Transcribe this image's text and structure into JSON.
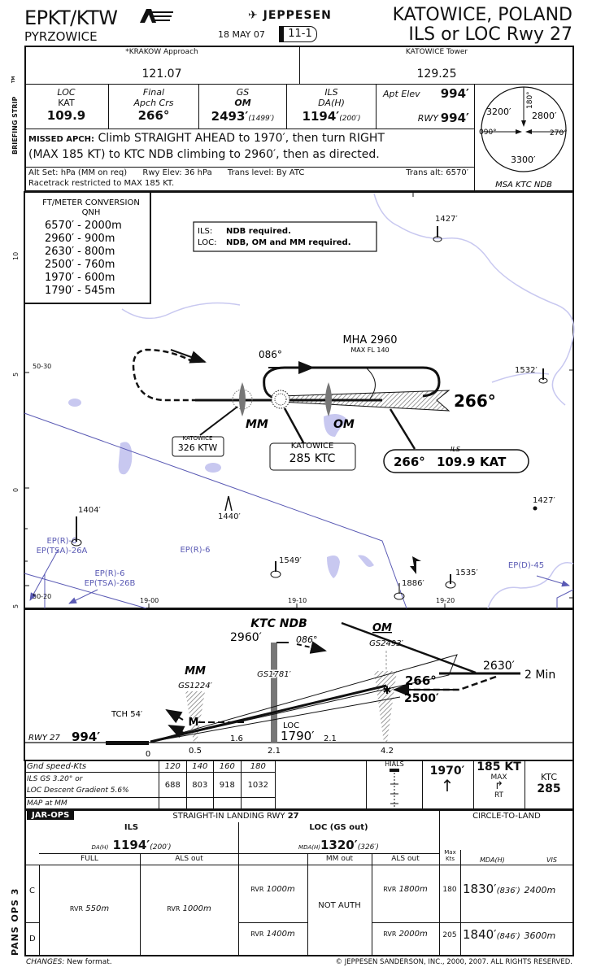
{
  "header": {
    "icao_iata": "EPKT/KTW",
    "airport": "PYRZOWICE",
    "brand": "JEPPESEN",
    "date": "18 MAY 07",
    "chart_index": "11-1",
    "city": "KATOWICE, POLAND",
    "procedure": "ILS or LOC Rwy 27"
  },
  "side_labels": {
    "briefing_strip": "BRIEFING STRIP",
    "tm": "TM",
    "pans_ops": "PANS OPS 3"
  },
  "comms": [
    {
      "name": "*KRAKOW Approach",
      "freq": "121.07"
    },
    {
      "name": "KATOWICE Tower",
      "freq": "129.25"
    }
  ],
  "briefing": {
    "loc": {
      "label1": "LOC",
      "label2": "KAT",
      "value": "109.9"
    },
    "final": {
      "label1": "Final",
      "label2": "Apch Crs",
      "value": "266°"
    },
    "gs": {
      "label1": "GS",
      "label2": "OM",
      "value": "2493′",
      "sub": "(1499′)"
    },
    "ils": {
      "label1": "ILS",
      "label2": "DA(H)",
      "value": "1194′",
      "sub": "(200′)"
    },
    "apt_elev_label": "Apt Elev",
    "apt_elev": "994′",
    "rwy_label": "RWY",
    "rwy_elev": "994′"
  },
  "missed": {
    "label": "MISSED APCH:",
    "line1": "Climb STRAIGHT AHEAD to 1970′, then turn RIGHT",
    "line2": "(MAX 185 KT) to KTC NDB climbing to 2960′, then as directed."
  },
  "notes": {
    "alt_set": "Alt Set: hPa (MM on req)",
    "rwy_elev": "Rwy Elev: 36 hPa",
    "trans_level": "Trans level: By ATC",
    "trans_alt": "Trans alt: 6570′",
    "racetrack": "Racetrack restricted to MAX 185 KT."
  },
  "msa": {
    "label": "MSA KTC NDB",
    "sectors": [
      "3200′",
      "2800′",
      "3300′"
    ],
    "bearings": [
      "180°",
      "090°",
      "270°"
    ]
  },
  "plan": {
    "conversion": {
      "title": "FT/METER CONVERSION",
      "subtitle": "QNH",
      "rows": [
        "6570′ - 2000m",
        "2960′ -   900m",
        "2630′ -   800m",
        "2500′ -   760m",
        "1970′ -   600m",
        "1790′ -   545m"
      ]
    },
    "requirements": {
      "ils_label": "ILS:",
      "ils_text": "NDB required.",
      "loc_label": "LOC:",
      "loc_text": "NDB, OM and MM required."
    },
    "holding": {
      "mha": "MHA 2960",
      "max_fl": "MAX FL 140",
      "inbound": "086°"
    },
    "final_course": "266°",
    "mm_label": "MM",
    "om_label": "OM",
    "ktw": {
      "name": "KATOWICE",
      "ident": "326 KTW"
    },
    "ktc": {
      "name": "KATOWICE",
      "ident": "285 KTC"
    },
    "ils_box": {
      "label": "ILS",
      "course": "266°",
      "freq": "109.9",
      "ident": "KAT"
    },
    "obstacles": [
      "1427′",
      "1532′",
      "1404′",
      "1440′",
      "1427′",
      "1549′",
      "1886′",
      "1535′"
    ],
    "airspace": [
      "EP(R)-6",
      "EP(TSA)-26A",
      "EP(R)-6",
      "EP(TSA)-26B",
      "EP(R)-6",
      "EP(D)-45"
    ],
    "lat_labels": [
      "50-30",
      "50-20"
    ],
    "lon_labels": [
      "19-00",
      "19-10",
      "19-20"
    ],
    "scale_labels": [
      "10",
      "5",
      "0",
      "5"
    ]
  },
  "profile": {
    "ktc_ndb": "KTC NDB",
    "alt_2960": "2960′",
    "crs_086": "086°",
    "om": "OM",
    "gs_om": "GS2493′",
    "alt_2630": "2630′",
    "two_min": "2 Min",
    "crs_266": "266°",
    "alt_2500": "2500′",
    "mm": "MM",
    "gs_mm": "GS1224′",
    "gs_ndb": "GS1781′",
    "tch": "TCH 54′",
    "mm_symbol": "M",
    "loc": "LOC",
    "alt_1790": "1790′",
    "rwy_label": "RWY 27",
    "rwy_elev": "994′",
    "seg_16": "1.6",
    "seg_21": "2.1",
    "distances": [
      "0",
      "0.5",
      "2.1",
      "4.2"
    ]
  },
  "speed_table": {
    "header_label": "Gnd speed-Kts",
    "speeds": [
      "120",
      "140",
      "160",
      "180"
    ],
    "gs_label": "ILS GS  3.20° or",
    "grad_label": "LOC Descent Gradient  5.6%",
    "rates": [
      "688",
      "803",
      "918",
      "1032"
    ],
    "map_label": "MAP at MM"
  },
  "missed_icons": {
    "hials": "HIALS",
    "climb": "1970′",
    "speed": "185 KT",
    "max": "MAX",
    "turn": "RT",
    "fix": "KTC",
    "fix_freq": "285"
  },
  "minimums": {
    "jar_ops": "JAR-OPS",
    "title": "STRAIGHT-IN LANDING RWY",
    "rwy": "27",
    "circle": "CIRCLE-TO-LAND",
    "ils": {
      "title": "ILS",
      "da_label": "DA(H)",
      "da": "1194′",
      "h": "(200′)"
    },
    "loc": {
      "title": "LOC (GS out)",
      "mda_label": "MDA(H)",
      "mda": "1320′",
      "h": "(326′)"
    },
    "cols": {
      "full": "FULL",
      "als_out": "ALS out",
      "mm_out": "MM out",
      "als_out2": "ALS out",
      "max_kts": "Max Kts",
      "mda_h": "MDA(H)",
      "vis": "VIS"
    },
    "rvr": "RVR",
    "ils_full": "550m",
    "ils_als": "1000m",
    "not_auth": "NOT AUTH",
    "rows": [
      {
        "cat": "C",
        "loc": "1000m",
        "loc_als": "1800m",
        "kts": "180",
        "mda": "1830′",
        "h": "(836′)",
        "vis": "2400m"
      },
      {
        "cat": "D",
        "loc": "1400m",
        "loc_als": "2000m",
        "kts": "205",
        "mda": "1840′",
        "h": "(846′)",
        "vis": "3600m"
      }
    ]
  },
  "footer": {
    "changes_label": "CHANGES:",
    "changes": "New format.",
    "copyright": "© JEPPESEN SANDERSON, INC., 2000, 2007. ALL RIGHTS RESERVED."
  },
  "colors": {
    "ink": "#111111",
    "airspace": "#5a5ab4",
    "water": "#c8c8f0",
    "terrain_hatch": "#888888"
  }
}
